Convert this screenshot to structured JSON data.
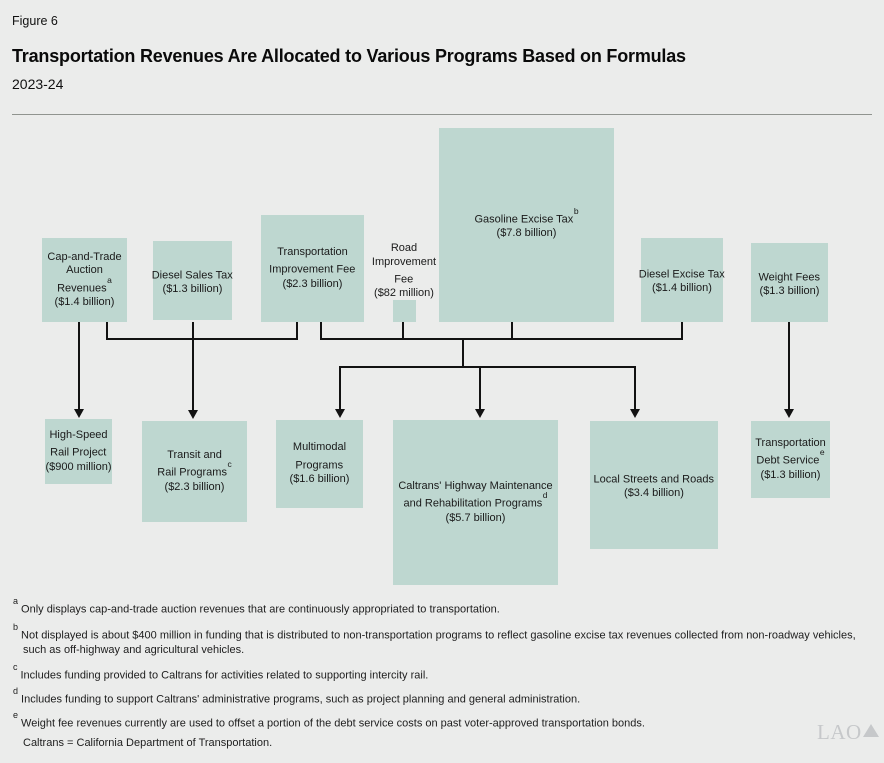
{
  "colors": {
    "background": "#ebeceb",
    "box_fill": "#bed7d0",
    "line": "#121212",
    "logo": "#c6c8ca"
  },
  "header": {
    "figure_label": "Figure 6",
    "title": "Transportation Revenues Are Allocated to Various Programs Based on Formulas",
    "subtitle": "2023-24"
  },
  "diagram": {
    "revenues": [
      {
        "label": "Cap-and-Trade\nAuction\nRevenues",
        "sup": "a",
        "amount": "($1.4 billion)"
      },
      {
        "label": "Diesel Sales Tax",
        "sup": "",
        "amount": "($1.3 billion)"
      },
      {
        "label": "Transportation\nImprovement Fee",
        "sup": "",
        "amount": "($2.3 billion)"
      },
      {
        "label": "Road\nImprovement\nFee",
        "sup": "",
        "amount": "($82 million)"
      },
      {
        "label": "Gasoline Excise Tax",
        "sup": "b",
        "amount": "($7.8 billion)"
      },
      {
        "label": "Diesel Excise Tax",
        "sup": "",
        "amount": "($1.4 billion)"
      },
      {
        "label": "Weight Fees",
        "sup": "",
        "amount": "($1.3 billion)"
      }
    ],
    "programs": [
      {
        "label": "High-Speed\nRail Project",
        "sup": "",
        "amount": "($900 million)"
      },
      {
        "label": "Transit and\nRail Programs",
        "sup": "c",
        "amount": "($2.3 billion)"
      },
      {
        "label": "Multimodal\nPrograms",
        "sup": "",
        "amount": "($1.6 billion)"
      },
      {
        "label": "Caltrans' Highway Maintenance\nand Rehabilitation Programs",
        "sup": "d",
        "amount": "($5.7 billion)"
      },
      {
        "label": "Local Streets and Roads",
        "sup": "",
        "amount": "($3.4 billion)"
      },
      {
        "label": "Transportation\nDebt Service",
        "sup": "e",
        "amount": "($1.3 billion)"
      }
    ],
    "flows": [
      {
        "from": "Cap-and-Trade Auction Revenues",
        "to": "High-Speed Rail Project"
      },
      {
        "from": "Cap-and-Trade Auction Revenues",
        "to": "Transit and Rail Programs"
      },
      {
        "from": "Diesel Sales Tax",
        "to": "Transit and Rail Programs"
      },
      {
        "from": "Transportation Improvement Fee",
        "to": "Transit and Rail Programs"
      },
      {
        "from": "Transportation Improvement Fee",
        "to": "Multimodal Programs / Caltrans' Highway Maintenance / Local Streets and Roads"
      },
      {
        "from": "Road Improvement Fee",
        "to": "Multimodal Programs / Caltrans' Highway Maintenance / Local Streets and Roads"
      },
      {
        "from": "Gasoline Excise Tax",
        "to": "Multimodal Programs / Caltrans' Highway Maintenance / Local Streets and Roads"
      },
      {
        "from": "Diesel Excise Tax",
        "to": "Multimodal Programs / Caltrans' Highway Maintenance / Local Streets and Roads"
      },
      {
        "from": "Weight Fees",
        "to": "Transportation Debt Service"
      }
    ]
  },
  "footnotes": [
    {
      "sup": "a",
      "text": "Only displays cap-and-trade auction revenues that are continuously appropriated to transportation."
    },
    {
      "sup": "b",
      "text": "Not displayed is about $400 million in funding that is distributed to non-transportation programs to reflect gasoline excise tax revenues collected from non-roadway vehicles, such as off-highway and agricultural vehicles."
    },
    {
      "sup": "c",
      "text": "Includes funding provided to Caltrans for activities related to supporting intercity rail."
    },
    {
      "sup": "d",
      "text": "Includes funding to support Caltrans' administrative programs, such as project planning and general administration."
    },
    {
      "sup": "e",
      "text": "Weight fee revenues currently are used to offset a portion of the debt service costs on past voter-approved transportation bonds."
    }
  ],
  "definition": "Caltrans = California Department of Transportation.",
  "logo": {
    "text": "LAO"
  }
}
